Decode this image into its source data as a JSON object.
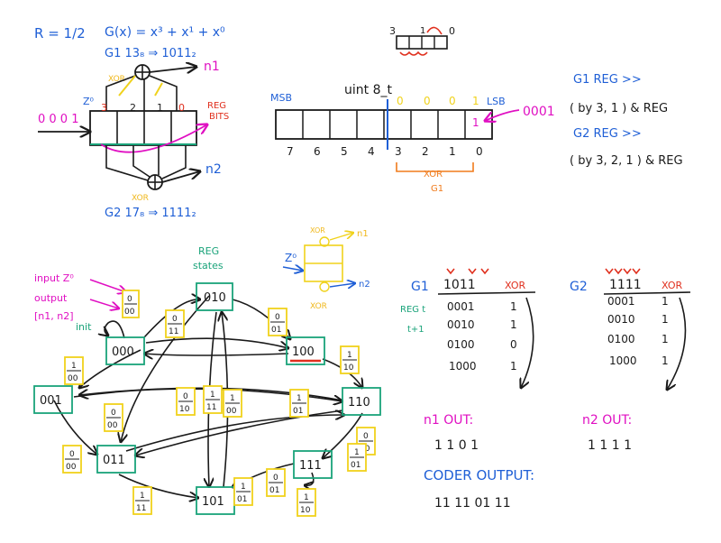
{
  "colors": {
    "ink": "#1a1a1a",
    "blue": "#1f5fd6",
    "red": "#e0301e",
    "magenta": "#e00fc2",
    "yellow": "#f0d21c",
    "teal": "#1aa37a",
    "orange": "#f07b1c"
  },
  "top_left": {
    "rate": "R = 1/2",
    "generator": "G(x) = x³ + x¹ + x⁰",
    "g1_label": "G1  13₈ ⇒ 1011₂",
    "g2_label": "G2  17₈ ⇒ 1111₂",
    "z0": "Z⁰",
    "input_bits": "0 0 0 1",
    "reg_cells": [
      "3",
      "2",
      "1",
      "0"
    ],
    "xor_top": "XOR",
    "xor_bottom": "XOR",
    "n1": "n1",
    "n2": "n2",
    "reg_bits": [
      "REG",
      "BITS"
    ]
  },
  "top_middle": {
    "mini_left": "3",
    "mini_mid": "1",
    "mini_right": "0",
    "title": "uint 8_t",
    "msb": "MSB",
    "lsb": "LSB",
    "bit_indices": [
      "7",
      "6",
      "5",
      "4",
      "3",
      "2",
      "1",
      "0"
    ],
    "state_bits": [
      "0",
      "0",
      "0",
      "1"
    ],
    "input_bits": "0001",
    "xor": "XOR",
    "g1": "G1"
  },
  "top_right": {
    "line1": "G1  REG >>",
    "line2": "( by 3, 1 )  & REG",
    "line3": "G2  REG >>",
    "line4": "( by 3, 2, 1 ) & REG"
  },
  "state_diagram": {
    "legend_input": "input Z⁰",
    "legend_output": "output",
    "legend_n": "[n1, n2]",
    "legend_card_top": "0",
    "legend_card_bottom": "00",
    "reg_states": [
      "REG",
      "states"
    ],
    "init": "init",
    "mini_z0": "Z⁰",
    "mini_xor_top": "XOR",
    "mini_xor_bottom": "XOR",
    "mini_n1": "n1",
    "mini_n2": "n2",
    "states": [
      "010",
      "000",
      "100",
      "001",
      "110",
      "011",
      "101",
      "111"
    ],
    "cards": [
      {
        "top": "0",
        "bottom": "11"
      },
      {
        "top": "1",
        "bottom": "00"
      },
      {
        "top": "0",
        "bottom": "00"
      },
      {
        "top": "1",
        "bottom": "11"
      },
      {
        "top": "0",
        "bottom": "01"
      },
      {
        "top": "1",
        "bottom": "10"
      },
      {
        "top": "0",
        "bottom": "10"
      },
      {
        "top": "1",
        "bottom": "00"
      },
      {
        "top": "0",
        "bottom": "10"
      },
      {
        "top": "1",
        "bottom": "01"
      },
      {
        "top": "0",
        "bottom": "00"
      },
      {
        "top": "1",
        "bottom": "11"
      },
      {
        "top": "1",
        "bottom": "01"
      },
      {
        "top": "0",
        "bottom": "01"
      },
      {
        "top": "1",
        "bottom": "10"
      },
      {
        "top": "1",
        "bottom": "01"
      }
    ]
  },
  "tables": {
    "g1_label": "G1",
    "g1_poly": "1011",
    "g2_label": "G2",
    "g2_poly": "1111",
    "xor": "XOR",
    "reg_t": "REG t",
    "t1": "t+1",
    "g1_rows": [
      {
        "reg": "0001",
        "xor": "1"
      },
      {
        "reg": "0010",
        "xor": "1"
      },
      {
        "reg": "0100",
        "xor": "0"
      },
      {
        "reg": "1000",
        "xor": "1"
      }
    ],
    "g2_rows": [
      {
        "reg": "0001",
        "xor": "1"
      },
      {
        "reg": "0010",
        "xor": "1"
      },
      {
        "reg": "0100",
        "xor": "1"
      },
      {
        "reg": "1000",
        "xor": "1"
      }
    ],
    "n1_label": "n1  OUT:",
    "n1_value": "1 1 0 1",
    "n2_label": "n2  OUT:",
    "n2_value": "1 1 1 1",
    "coder_label": "CODER OUTPUT:",
    "coder_value": "11 11 01 11"
  }
}
